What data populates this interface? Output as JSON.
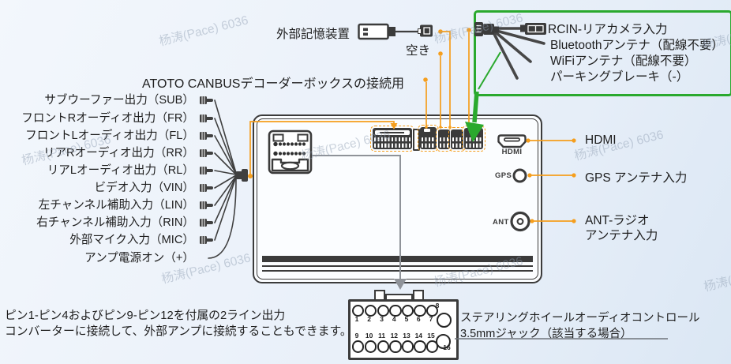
{
  "watermark_text": "杨涛(Pace) 6036",
  "canbus_label": "ATOTO CANBUSデコーダーボックスの接続用",
  "top_labels": {
    "external_storage": "外部記憶装置",
    "empty": "空き"
  },
  "left_ports": [
    {
      "label": "サブウーファー出力（SUB）"
    },
    {
      "label": "フロントRオーディオ出力（FR）"
    },
    {
      "label": "フロントLオーディオ出力（FL）"
    },
    {
      "label": "リアRオーディオ出力（RR）"
    },
    {
      "label": "リアLオーディオ出力（RL）"
    },
    {
      "label": "ビデオ入力（VIN）"
    },
    {
      "label": "左チャンネル補助入力（LIN）"
    },
    {
      "label": "右チャンネル補助入力（RIN）"
    },
    {
      "label": "外部マイク入力（MIC）"
    },
    {
      "label": "アンプ電源オン（+）"
    }
  ],
  "green_box_lines": [
    "RCIN-リアカメラ入力",
    "Bluetoothアンテナ（配線不要）",
    "WiFiアンテナ（配線不要）",
    "パーキングブレーキ（-）"
  ],
  "right_ports": {
    "hdmi_port_label": "HDMI",
    "hdmi_label": "HDMI",
    "gps_port_label": "GPS",
    "gps_label": "GPS アンテナ入力",
    "ant_port_label": "ANT",
    "ant_label_line1": "ANT-ラジオ",
    "ant_label_line2": "アンテナ入力"
  },
  "bottom_note": {
    "line1": "ピン1-ピン4およびピン9-ピン12を付属の2ライン出力",
    "line2": "コンバーターに接続して、外部アンプに接続することもできます。"
  },
  "swc": {
    "line1": "ステアリングホイールオーディオコントロール",
    "line2": "3.5mmジャック（該当する場合）"
  },
  "pins": {
    "top": [
      "1",
      "2",
      "3",
      "4",
      "5",
      "6",
      "7",
      "8"
    ],
    "bottom": [
      "9",
      "10",
      "11",
      "12",
      "13",
      "14",
      "15",
      "16"
    ]
  },
  "colors": {
    "accent_orange": "#F59E1D",
    "accent_green": "#2AA92E",
    "outline_dark": "#3b3b3b"
  }
}
